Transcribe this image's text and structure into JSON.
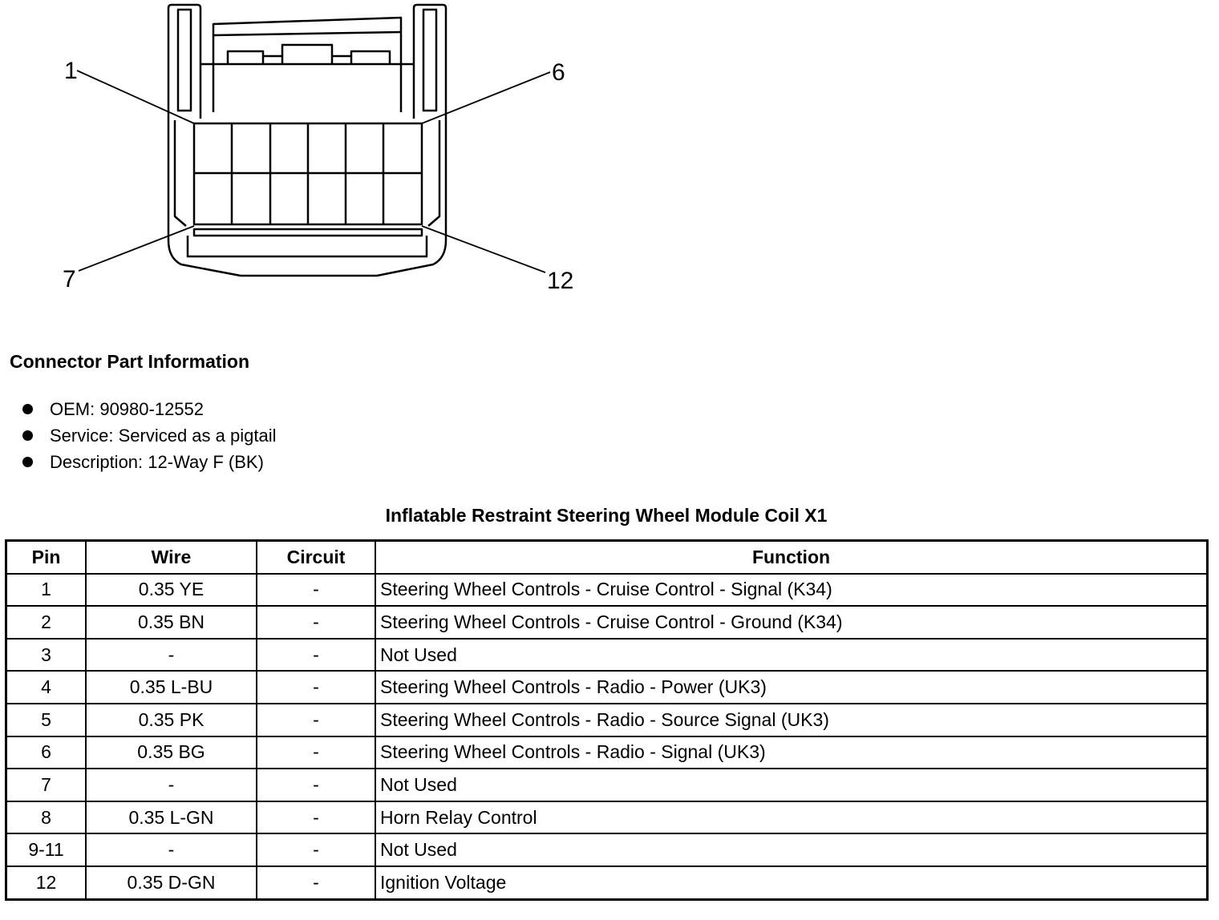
{
  "diagram": {
    "pin_labels": [
      "1",
      "6",
      "7",
      "12"
    ]
  },
  "connector_info": {
    "title": "Connector Part Information",
    "items": [
      "OEM: 90980-12552",
      "Service: Serviced as a pigtail",
      "Description: 12-Way F (BK)"
    ]
  },
  "table": {
    "title": "Inflatable Restraint Steering Wheel Module Coil X1",
    "headers": [
      "Pin",
      "Wire",
      "Circuit",
      "Function"
    ],
    "rows": [
      {
        "pin": "1",
        "wire": "0.35 YE",
        "circuit": "-",
        "function": "Steering Wheel Controls - Cruise Control - Signal (K34)"
      },
      {
        "pin": "2",
        "wire": "0.35 BN",
        "circuit": "-",
        "function": "Steering Wheel Controls - Cruise Control - Ground (K34)"
      },
      {
        "pin": "3",
        "wire": "-",
        "circuit": "-",
        "function": "Not Used"
      },
      {
        "pin": "4",
        "wire": "0.35 L-BU",
        "circuit": "-",
        "function": "Steering Wheel Controls - Radio - Power (UK3)"
      },
      {
        "pin": "5",
        "wire": "0.35 PK",
        "circuit": "-",
        "function": "Steering Wheel Controls - Radio - Source Signal (UK3)"
      },
      {
        "pin": "6",
        "wire": "0.35 BG",
        "circuit": "-",
        "function": "Steering Wheel Controls - Radio - Signal (UK3)"
      },
      {
        "pin": "7",
        "wire": "-",
        "circuit": "-",
        "function": "Not Used"
      },
      {
        "pin": "8",
        "wire": "0.35 L-GN",
        "circuit": "-",
        "function": "Horn Relay Control"
      },
      {
        "pin": "9-11",
        "wire": "-",
        "circuit": "-",
        "function": "Not Used"
      },
      {
        "pin": "12",
        "wire": "0.35 D-GN",
        "circuit": "-",
        "function": "Ignition Voltage"
      }
    ]
  }
}
